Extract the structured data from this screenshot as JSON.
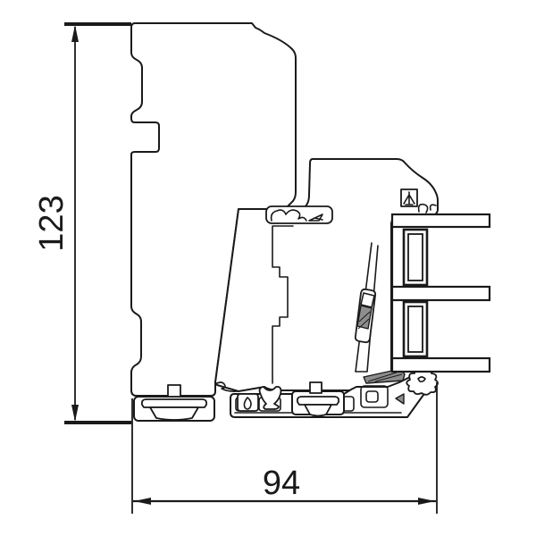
{
  "drawing": {
    "type": "technical-cross-section",
    "dimensions": {
      "height": {
        "label": "123"
      },
      "width": {
        "label": "94"
      }
    },
    "colors": {
      "line": "#1a1a1a",
      "background": "#ffffff",
      "hatch": "#8e8e8e"
    }
  }
}
